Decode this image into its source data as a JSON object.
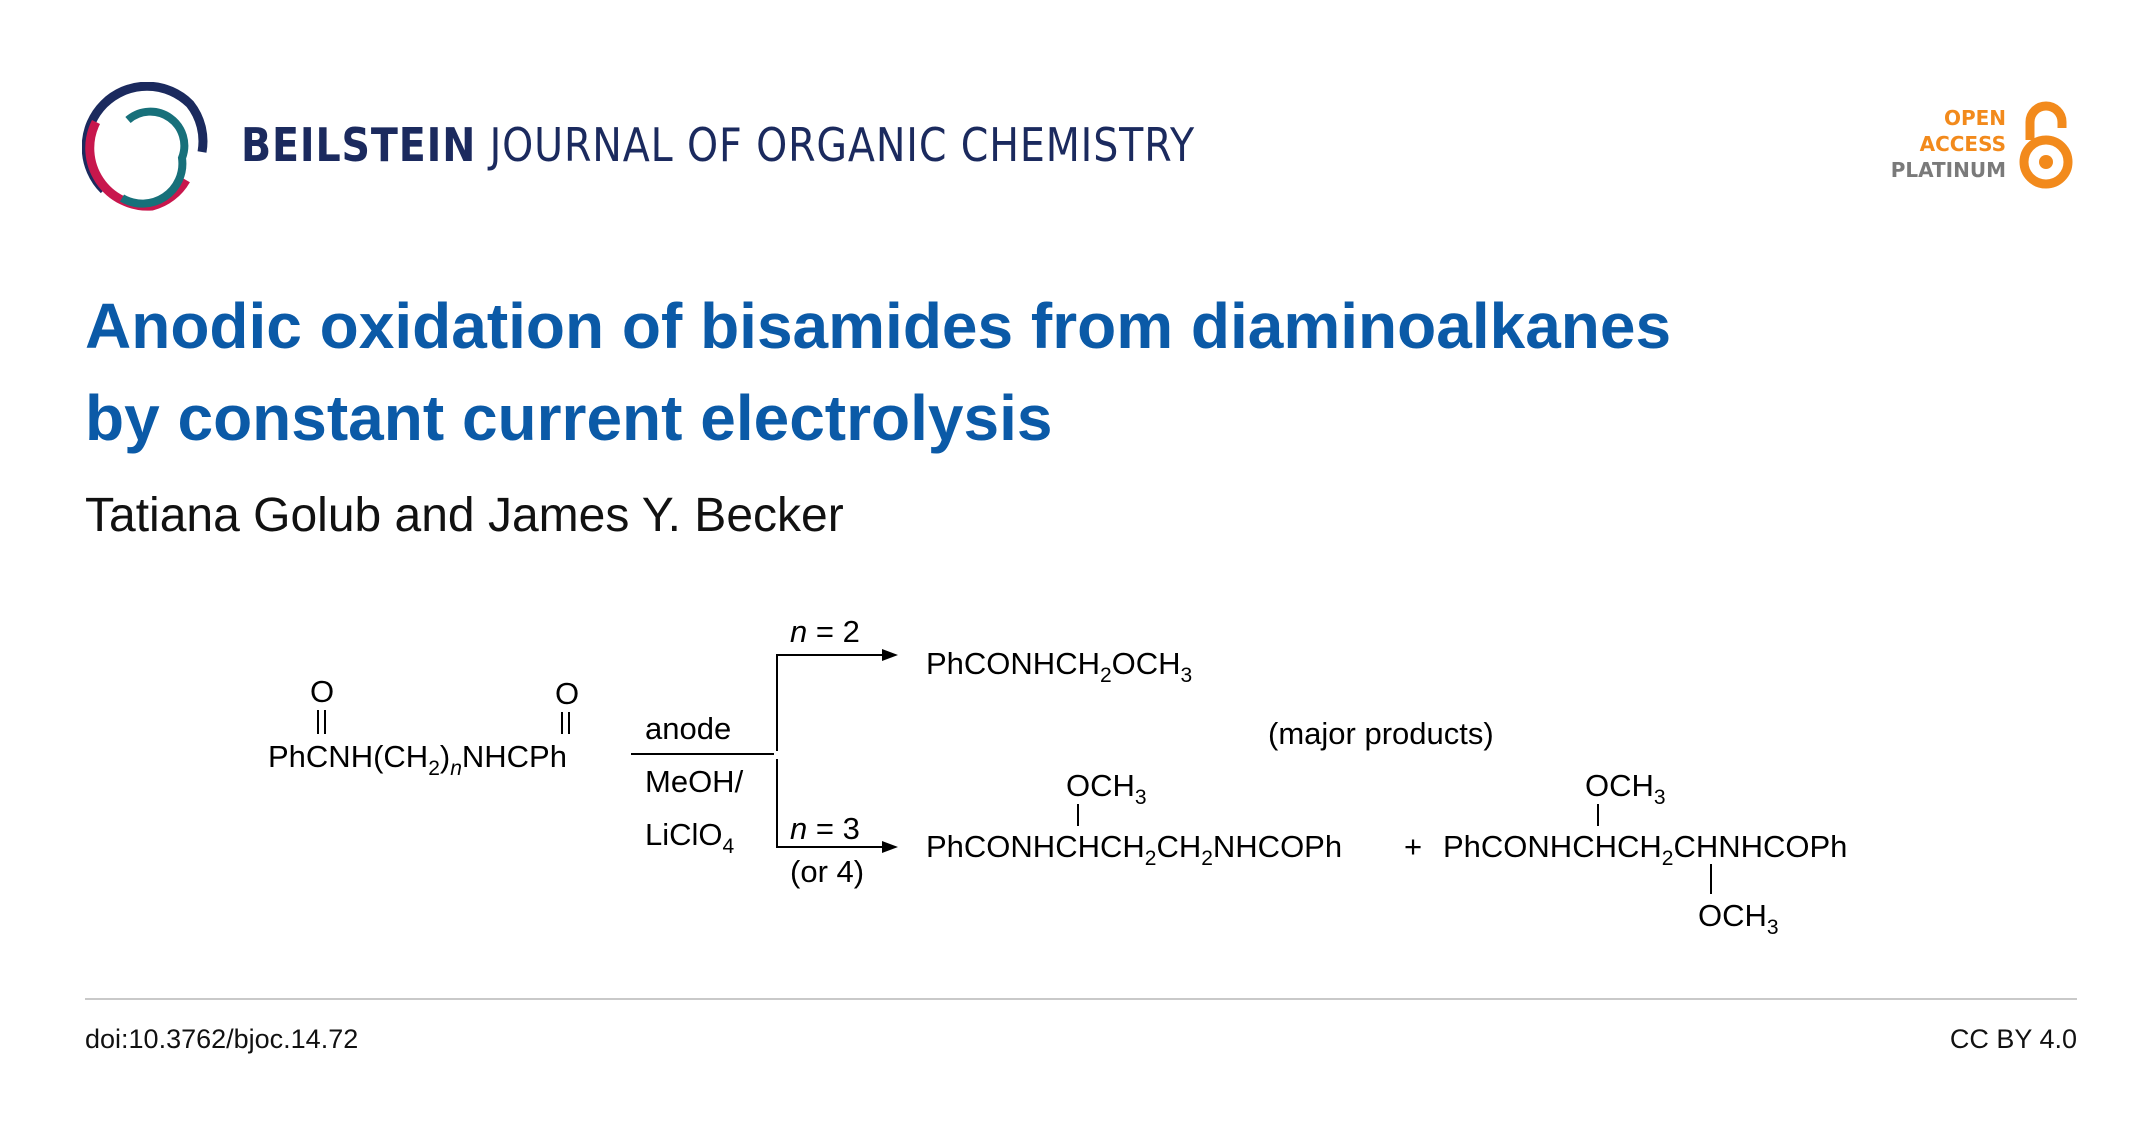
{
  "header": {
    "journal_bold": "BEILSTEIN",
    "journal_rest": "JOURNAL OF ORGANIC CHEMISTRY",
    "badge": {
      "line1": "OPEN",
      "line2": "ACCESS",
      "line3": "PLATINUM",
      "accent": "#f28a1c",
      "gray": "#7a7a7a"
    }
  },
  "article": {
    "title_line1": "Anodic oxidation of bisamides from diaminoalkanes",
    "title_line2": "by constant current electrolysis",
    "authors": "Tatiana Golub and James Y. Becker"
  },
  "scheme": {
    "carbonyl_o": "O",
    "reactant_a": "PhCNH(CH",
    "reactant_sub2": "2",
    "reactant_paren": ")",
    "reactant_n": "n",
    "reactant_b": "NHCPh",
    "cond_anode": "anode",
    "cond_meoh": "MeOH/",
    "cond_liclo": "LiClO",
    "cond_sub4": "4",
    "branch1_n": "n",
    "branch1_eq": " = 2",
    "branch2_n": "n",
    "branch2_eq": " = 3",
    "branch2_alt": "(or 4)",
    "product1_a": "PhCONHCH",
    "product1_sub": "2",
    "product1_b": "OCH",
    "product1_sub3": "3",
    "major_note": "(major products)",
    "product2_a": "PhCONHCHCH",
    "product2_sub1": "2",
    "product2_b": "CH",
    "product2_sub2": "2",
    "product2_c": "NHCOPh",
    "plus": "+",
    "product3_a": "PhCONHCHCH",
    "product3_sub1": "2",
    "product3_b": "CHNHCOPh",
    "och3": "OCH",
    "sub3": "3"
  },
  "footer": {
    "doi": "doi:10.3762/bjoc.14.72",
    "license": "CC BY 4.0"
  }
}
